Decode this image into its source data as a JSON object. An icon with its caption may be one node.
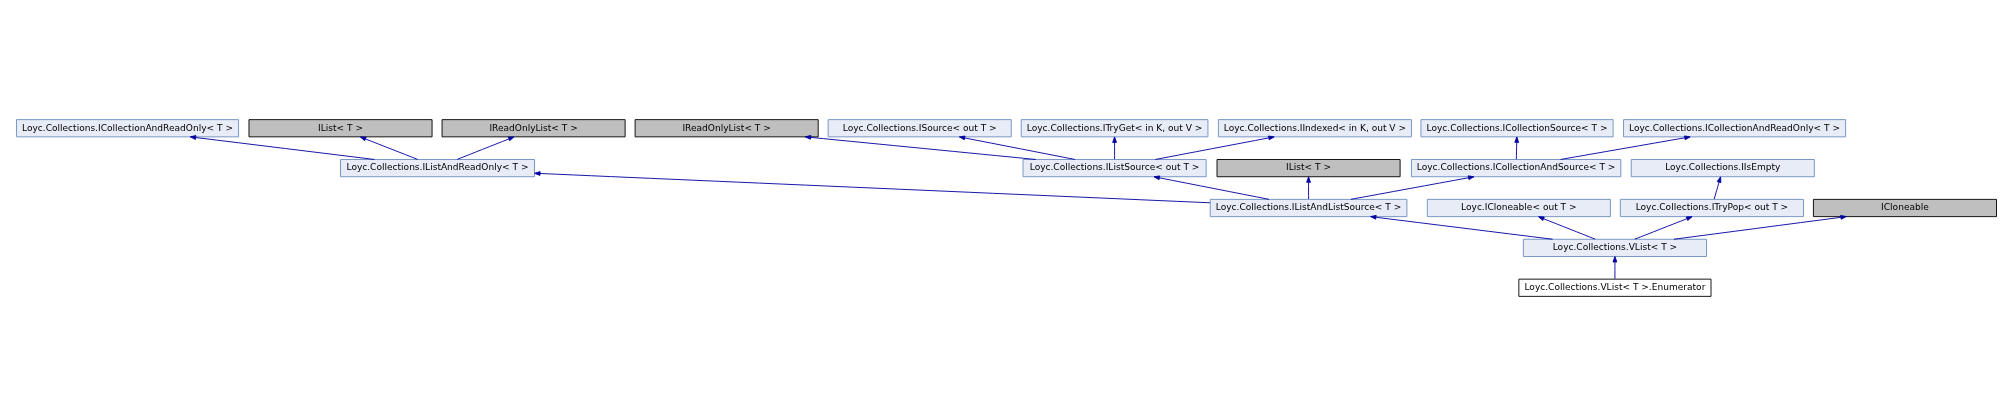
{
  "diagram": {
    "nodes": [
      {
        "text": [
          "IReadOnlyList< T >"
        ]
      },
      {
        "text": [
          "Loyc.Collections.ICollectionAndReadOnly< T >"
        ]
      },
      {
        "text": [
          "Loyc.Collections.ISource< out T >"
        ]
      },
      {
        "text": [
          "IList< T >"
        ]
      },
      {
        "text": [
          "Loyc.Collections.ITryGet< in K, out V >"
        ]
      },
      {
        "text": [
          "Loyc.Collections.ICollectionSource< T >"
        ]
      },
      {
        "text": [
          "IReadOnlyList< T >"
        ]
      },
      {
        "text": [
          "Loyc.Collections.IIndexed< in K, out V >"
        ]
      },
      {
        "text": [
          "Loyc.Collections.ICollectionAndReadOnly< T >"
        ]
      },
      {
        "text": [
          "Loyc.Collections.IListAndReadOnly< T >"
        ]
      },
      {
        "text": [
          "Loyc.Collections.IListSource< out T >"
        ]
      },
      {
        "text": [
          "IList< T >"
        ]
      },
      {
        "text": [
          "Loyc.Collections.ICollectionAndSource< T >"
        ]
      },
      {
        "text": [
          "Loyc.Collections.IIsEmpty"
        ]
      },
      {
        "text": [
          "Loyc.Collections.IListAndListSource< T >"
        ]
      },
      {
        "text": [
          "Loyc.ICloneable< out T >"
        ]
      },
      {
        "text": [
          "Loyc.Collections.ITryPop< out T >"
        ]
      },
      {
        "text": [
          "ICloneable"
        ]
      },
      {
        "text": [
          "Loyc.Collections.VList< T >"
        ]
      },
      {
        "text": [
          "Loyc.Collections.VList< T >.Enumerator"
        ]
      }
    ],
    "edges": [
      {
        "from": 9,
        "to": 1,
        "arrow": "to"
      },
      {
        "from": 9,
        "to": 3,
        "arrow": "to"
      },
      {
        "from": 9,
        "to": 6,
        "arrow": "to"
      },
      {
        "from": 10,
        "to": 0,
        "arrow": "to"
      },
      {
        "from": 10,
        "to": 2,
        "arrow": "to"
      },
      {
        "from": 10,
        "to": 4,
        "arrow": "to"
      },
      {
        "from": 10,
        "to": 7,
        "arrow": "to"
      },
      {
        "from": 12,
        "to": 5,
        "arrow": "to"
      },
      {
        "from": 12,
        "to": 8,
        "arrow": "to"
      },
      {
        "from": 14,
        "to": 9,
        "arrow": "to"
      },
      {
        "from": 14,
        "to": 10,
        "arrow": "to"
      },
      {
        "from": 14,
        "to": 11,
        "arrow": "to"
      },
      {
        "from": 14,
        "to": 12,
        "arrow": "to"
      },
      {
        "from": 16,
        "to": 13,
        "arrow": "to"
      },
      {
        "from": 18,
        "to": 14,
        "arrow": "to"
      },
      {
        "from": 18,
        "to": 15,
        "arrow": "to"
      },
      {
        "from": 18,
        "to": 16,
        "arrow": "to"
      },
      {
        "from": 18,
        "to": 17,
        "arrow": "to"
      },
      {
        "from": 19,
        "to": 18,
        "arrow": "to"
      }
    ]
  }
}
